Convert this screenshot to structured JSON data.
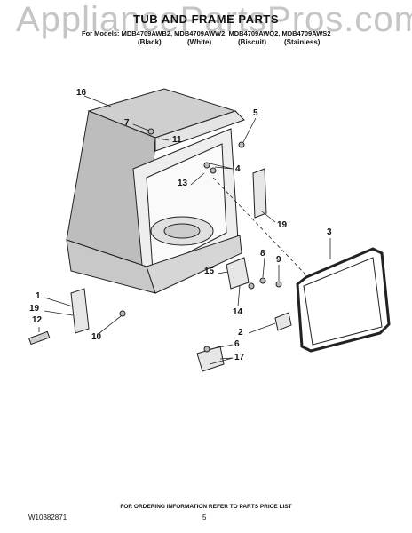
{
  "watermark": "AppliancePartsPros.com",
  "header": {
    "title": "TUB AND FRAME PARTS",
    "models": "For Models: MDB4709AWB2, MDB4709AWW2, MDB4709AWQ2, MDB4709AWS2",
    "variants": [
      "(Black)",
      "(White)",
      "(Biscuit)",
      "(Stainless)"
    ]
  },
  "callouts": [
    "16",
    "7",
    "11",
    "5",
    "4",
    "13",
    "19",
    "3",
    "8",
    "9",
    "15",
    "14",
    "1",
    "19",
    "12",
    "10",
    "2",
    "6",
    "17"
  ],
  "footer": {
    "ordering": "FOR ORDERING INFORMATION REFER TO PARTS PRICE LIST",
    "doc_code": "W10382871",
    "page": "5"
  }
}
